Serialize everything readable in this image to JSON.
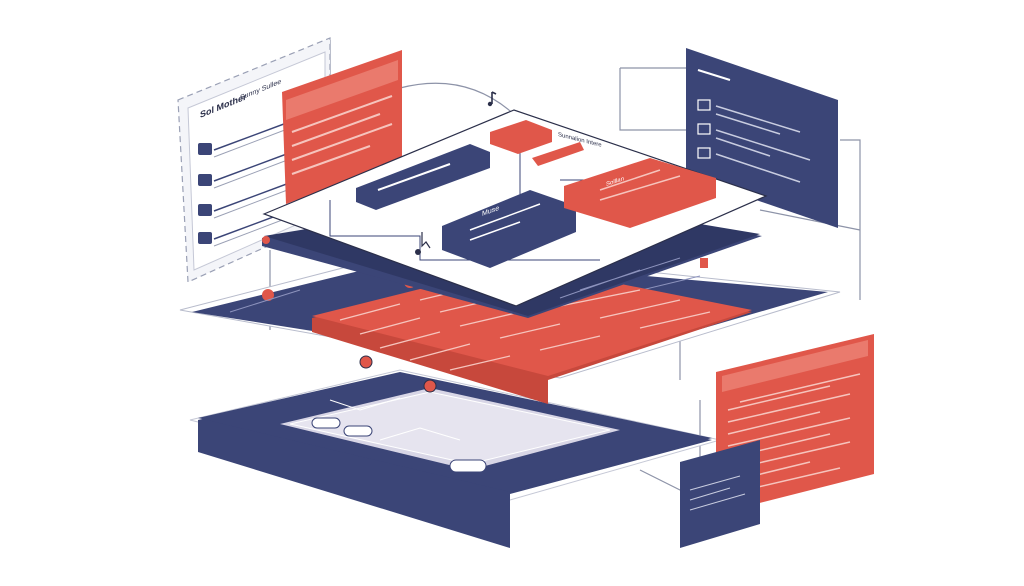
{
  "colors": {
    "navy": "#3b4577",
    "coral": "#e0574a",
    "coral_light": "#ea7a6d",
    "paper": "#ffffff",
    "outline": "#2b2f4a",
    "lilac": "#c9c3dc",
    "line_gray": "#9aa0b5"
  },
  "left_panel": {
    "heading": "Sol Mother",
    "subheading": "Sunny Sullee",
    "bullets": [
      "",
      "",
      "",
      ""
    ]
  },
  "left_coral_card": {
    "rows": 4
  },
  "right_navy_panel": {
    "rows": 5
  },
  "right_coral_panel": {
    "rows": 9
  },
  "top_layer": {
    "label_top": "Sunnalion Intere",
    "label_mid": "Muse",
    "label_right": "Solllan"
  },
  "icons": [
    "music-note-icon",
    "cursor-icon",
    "node-icon",
    "user-icon"
  ]
}
